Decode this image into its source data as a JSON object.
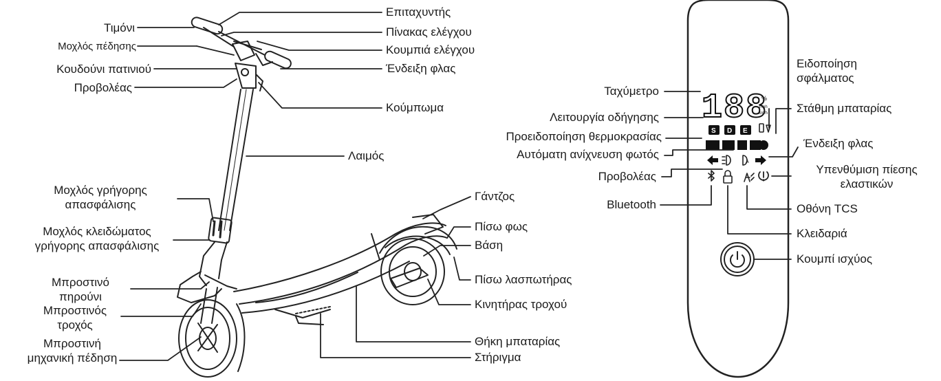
{
  "scooter_labels": {
    "handlebar": "Τιμόνι",
    "brake_lever": "Μοχλός πέδησης",
    "bell": "Κουδούνι πατινιού",
    "headlight": "Προβολέας",
    "quick_release_lever": "Μοχλός γρήγορης απασφάλισης",
    "quick_release_lock_lever": "Μοχλός κλειδώματος γρήγορης απασφάλισης",
    "front_fork": "Μπροστινό πηρούνι",
    "front_wheel": "Μπροστινός τροχός",
    "front_brake": "Μπροστινή μηχανική πέδηση",
    "throttle": "Επιταχυντής",
    "dashboard": "Πίνακας ελέγχου",
    "control_buttons": "Κουμπιά ελέγχου",
    "turn_signal": "Ένδειξη φλας",
    "clasp": "Κούμπωμα",
    "stem": "Λαιμός",
    "hook": "Γάντζος",
    "tail_light": "Πίσω φως",
    "base": "Βάση",
    "rear_fender": "Πίσω λασπωτήρας",
    "hub_motor": "Κινητήρας τροχού",
    "battery_case": "Θήκη μπαταρίας",
    "kickstand": "Στήριγμα"
  },
  "dashboard_labels": {
    "speedometer": "Ταχύμετρο",
    "drive_mode": "Λειτουργία οδήγησης",
    "temp_warning": "Προειδοποίηση θερμοκρασίας",
    "auto_light": "Αυτόματη ανίχνευση φωτός",
    "headlight": "Προβολέας",
    "bluetooth": "Bluetooth",
    "error_notice": "Ειδοποίηση σφάλματος",
    "battery_level": "Στάθμη μπαταρίας",
    "turn_signal": "Ένδειξη φλας",
    "tire_pressure": "Υπενθύμιση πίεσης ελαστικών",
    "tcs_display": "Οθόνη TCS",
    "lock": "Κλειδαριά",
    "power_button": "Κουμπί ισχύος"
  },
  "display": {
    "speed_digits": "188",
    "speed_units": [
      "%",
      "mph",
      "km/h"
    ],
    "modes": [
      "S",
      "D",
      "E"
    ]
  },
  "icons": [
    "bluetooth-icon",
    "headlight-icon",
    "auto-light-icon",
    "lock-icon",
    "tcs-icon",
    "tire-pressure-icon",
    "turn-left-icon",
    "turn-right-icon",
    "power-icon"
  ]
}
